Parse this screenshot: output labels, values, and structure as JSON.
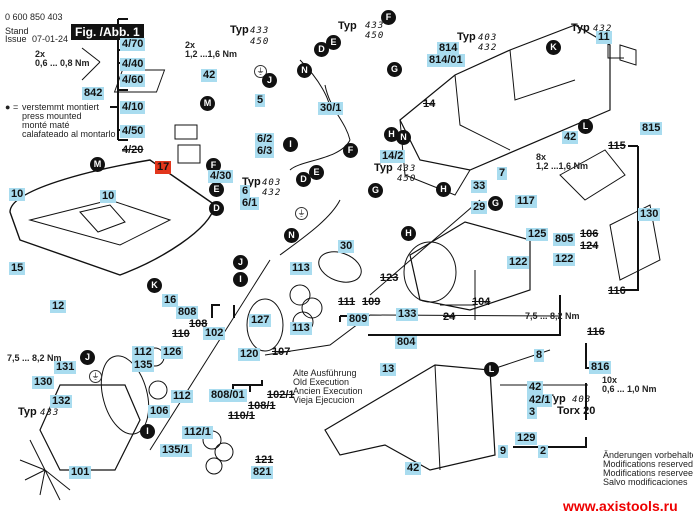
{
  "header": {
    "part_number": "0 600 850 403",
    "stand_label": "Stand",
    "issue_label": "Issue",
    "issue_date": "07-01-24",
    "figure_title": "Fig. /Abb. 1"
  },
  "legend": {
    "bullet": "●",
    "equals": "=",
    "lines": [
      "verstemmt montiert",
      "press mounted",
      "monté maté",
      "calafateado al montarlo"
    ]
  },
  "torque_notes": {
    "switch_screws_qty": "2x",
    "switch_screws_torque": "0,6 ... 0,8 Nm",
    "screw42_qty": "2x",
    "screw42_torque": "1,2 ...1,6 Nm",
    "housing_screw_qty": "8x",
    "housing_screw_torque": "1,2 ...1,6 Nm",
    "motor_screw_torque": "7,5 ... 8,2 Nm",
    "gear_screw_torque": "7,5 ... 8,2 Nm",
    "bottom_screw_qty": "10x",
    "bottom_screw_torque": "0,6 ... 1,0 Nm",
    "torx": "Torx 20"
  },
  "typ_word": "Typ",
  "typ_groups": {
    "t433_450": [
      "433",
      "450"
    ],
    "t403_432": [
      "403",
      "432"
    ],
    "t432": "432",
    "t433": "433",
    "t403": "403"
  },
  "old_execution": [
    "Alte Ausführung",
    "Old Execution",
    "Ancien Execution",
    "Vieja Ejecucion"
  ],
  "footer": {
    "notes": [
      "Änderungen vorbehalten",
      "Modifications reserved",
      "Modifications reservees",
      "Salvo modificaciones"
    ],
    "url": "www.axistools.ru"
  },
  "connectors": [
    "D",
    "E",
    "F",
    "G",
    "H",
    "I",
    "J",
    "K",
    "L",
    "M",
    "N"
  ],
  "ground_symbol": "⏚",
  "part_labels": {
    "p4_70": "4/70",
    "p4_40": "4/40",
    "p4_60": "4/60",
    "p842": "842",
    "p4_10": "4/10",
    "p4_50": "4/50",
    "p4_20": "4/20",
    "p4_30": "4/30",
    "p42a": "42",
    "p17": "17",
    "p10a": "10",
    "p10b": "10",
    "p15": "15",
    "p16": "16",
    "p12": "12",
    "p5": "5",
    "p6_2": "6/2",
    "p6_3": "6/3",
    "p30_1": "30/1",
    "p6": "6",
    "p6_1": "6/1",
    "p30": "30",
    "p14_2": "14/2",
    "p14": "14",
    "p814": "814",
    "p814_01": "814/01",
    "p11": "11",
    "p42b": "42",
    "p815": "815",
    "p115": "115",
    "p7": "7",
    "p33": "33",
    "p29": "29",
    "p117": "117",
    "p125": "125",
    "p130a": "130",
    "p805": "805",
    "p106a": "106",
    "p124": "124",
    "p122a": "122",
    "p122b": "122",
    "p116a": "116",
    "p116b": "116",
    "p113a": "113",
    "p113b": "113",
    "p123": "123",
    "p111": "111",
    "p109": "109",
    "p809": "809",
    "p133": "133",
    "p104": "104",
    "p24": "24",
    "p804": "804",
    "p808": "808",
    "p108": "108",
    "p110": "110",
    "p102": "102",
    "p127": "127",
    "p120": "120",
    "p107": "107",
    "p112a": "112",
    "p126": "126",
    "p135": "135",
    "p112b": "112",
    "p106b": "106",
    "p131": "131",
    "p130b": "130",
    "p132": "132",
    "p101": "101",
    "p808_01": "808/01",
    "p102_1": "102/1",
    "p108_1": "108/1",
    "p110_1": "110/1",
    "p112_1": "112/1",
    "p135_1": "135/1",
    "p121": "121",
    "p821": "821",
    "p13": "13",
    "p8": "8",
    "p816": "816",
    "p42c": "42",
    "p42_1": "42/1",
    "p3": "3",
    "p129": "129",
    "p9": "9",
    "p2": "2",
    "p42d": "42"
  }
}
